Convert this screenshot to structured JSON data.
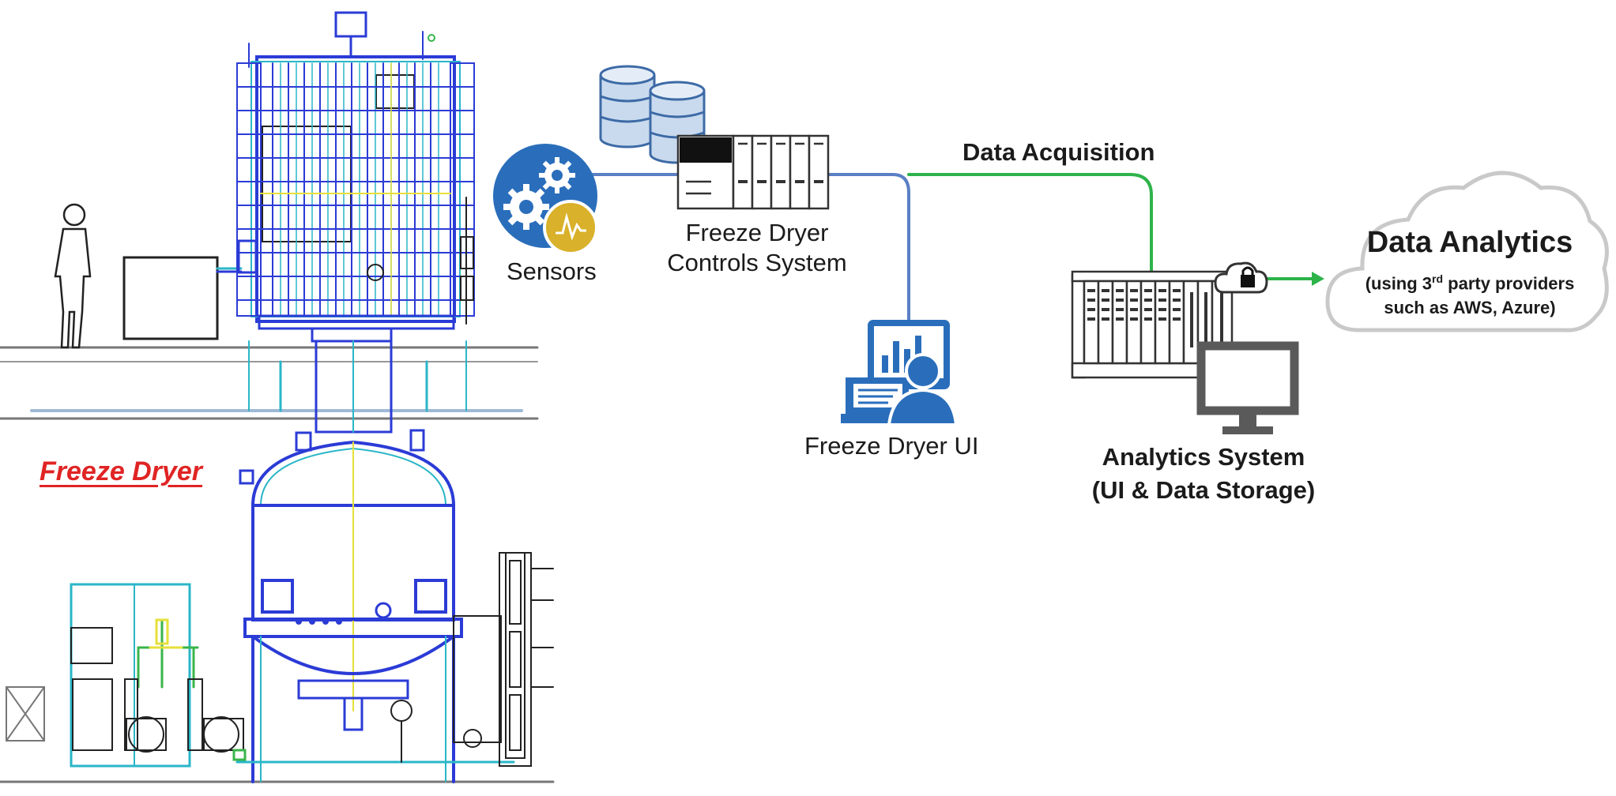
{
  "colors": {
    "blueprint_blue": "#2b3bd6",
    "blueprint_cyan": "#2ab6c8",
    "blueprint_green": "#39b54a",
    "connector_blue": "#5a7fc4",
    "connector_green": "#2db34a",
    "icon_blue": "#2a6ebb",
    "icon_gold": "#d9b12a",
    "freeze_dryer_red": "#e02424",
    "cloud_stroke": "#c9c9c9",
    "monitor_gray": "#5a5a5a"
  },
  "icons": {
    "sensors": "gears-with-waveform-icon",
    "database": "database-stack-icon",
    "plc": "plc-rack-icon",
    "ui": "dashboard-workstation-icon",
    "daq": "daq-chassis-icon",
    "lock": "cloud-lock-icon",
    "monitor": "monitor-icon",
    "cloud": "cloud-icon"
  },
  "labels": {
    "freeze_dryer": "Freeze Dryer",
    "sensors": "Sensors",
    "controls_line1": "Freeze Dryer",
    "controls_line2": "Controls System",
    "ui": "Freeze Dryer UI",
    "data_acquisition": "Data Acquisition",
    "analytics_line1": "Analytics System",
    "analytics_line2": "(UI & Data Storage)",
    "cloud_title": "Data Analytics",
    "cloud_line1_prefix": "(using 3",
    "cloud_line1_sup": "rd",
    "cloud_line1_suffix": " party providers",
    "cloud_line2": "such as AWS, Azure)"
  }
}
